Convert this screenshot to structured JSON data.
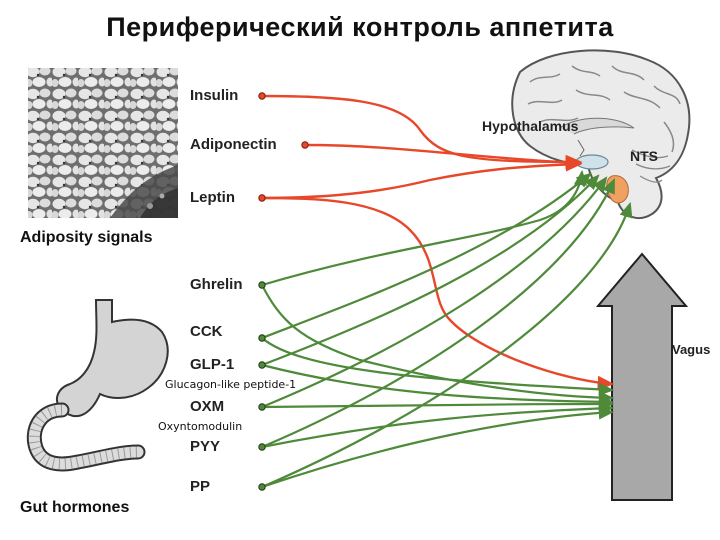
{
  "title": "Периферический контроль аппетита",
  "groups": {
    "adiposity": "Adiposity signals",
    "gut": "Gut hormones"
  },
  "hormones": {
    "insulin": "Insulin",
    "adiponectin": "Adiponectin",
    "leptin": "Leptin",
    "ghrelin": "Ghrelin",
    "cck": "CCK",
    "glp1": "GLP-1",
    "glp1_full": "Glucagon-like peptide-1",
    "oxm": "OXM",
    "oxm_full": "Oxyntomodulin",
    "pyy": "PYY",
    "pp": "PP"
  },
  "brain": {
    "hypothalamus": "Hypothalamus",
    "nts": "NTS"
  },
  "vagus": "Vagus",
  "colors": {
    "adiposity_arrow": "#e8482a",
    "gut_arrow": "#4e8a3a",
    "vagus_arrow": "#a8a8a8",
    "hypothalamus": "#cfe2ea",
    "nts": "#f0a060"
  }
}
